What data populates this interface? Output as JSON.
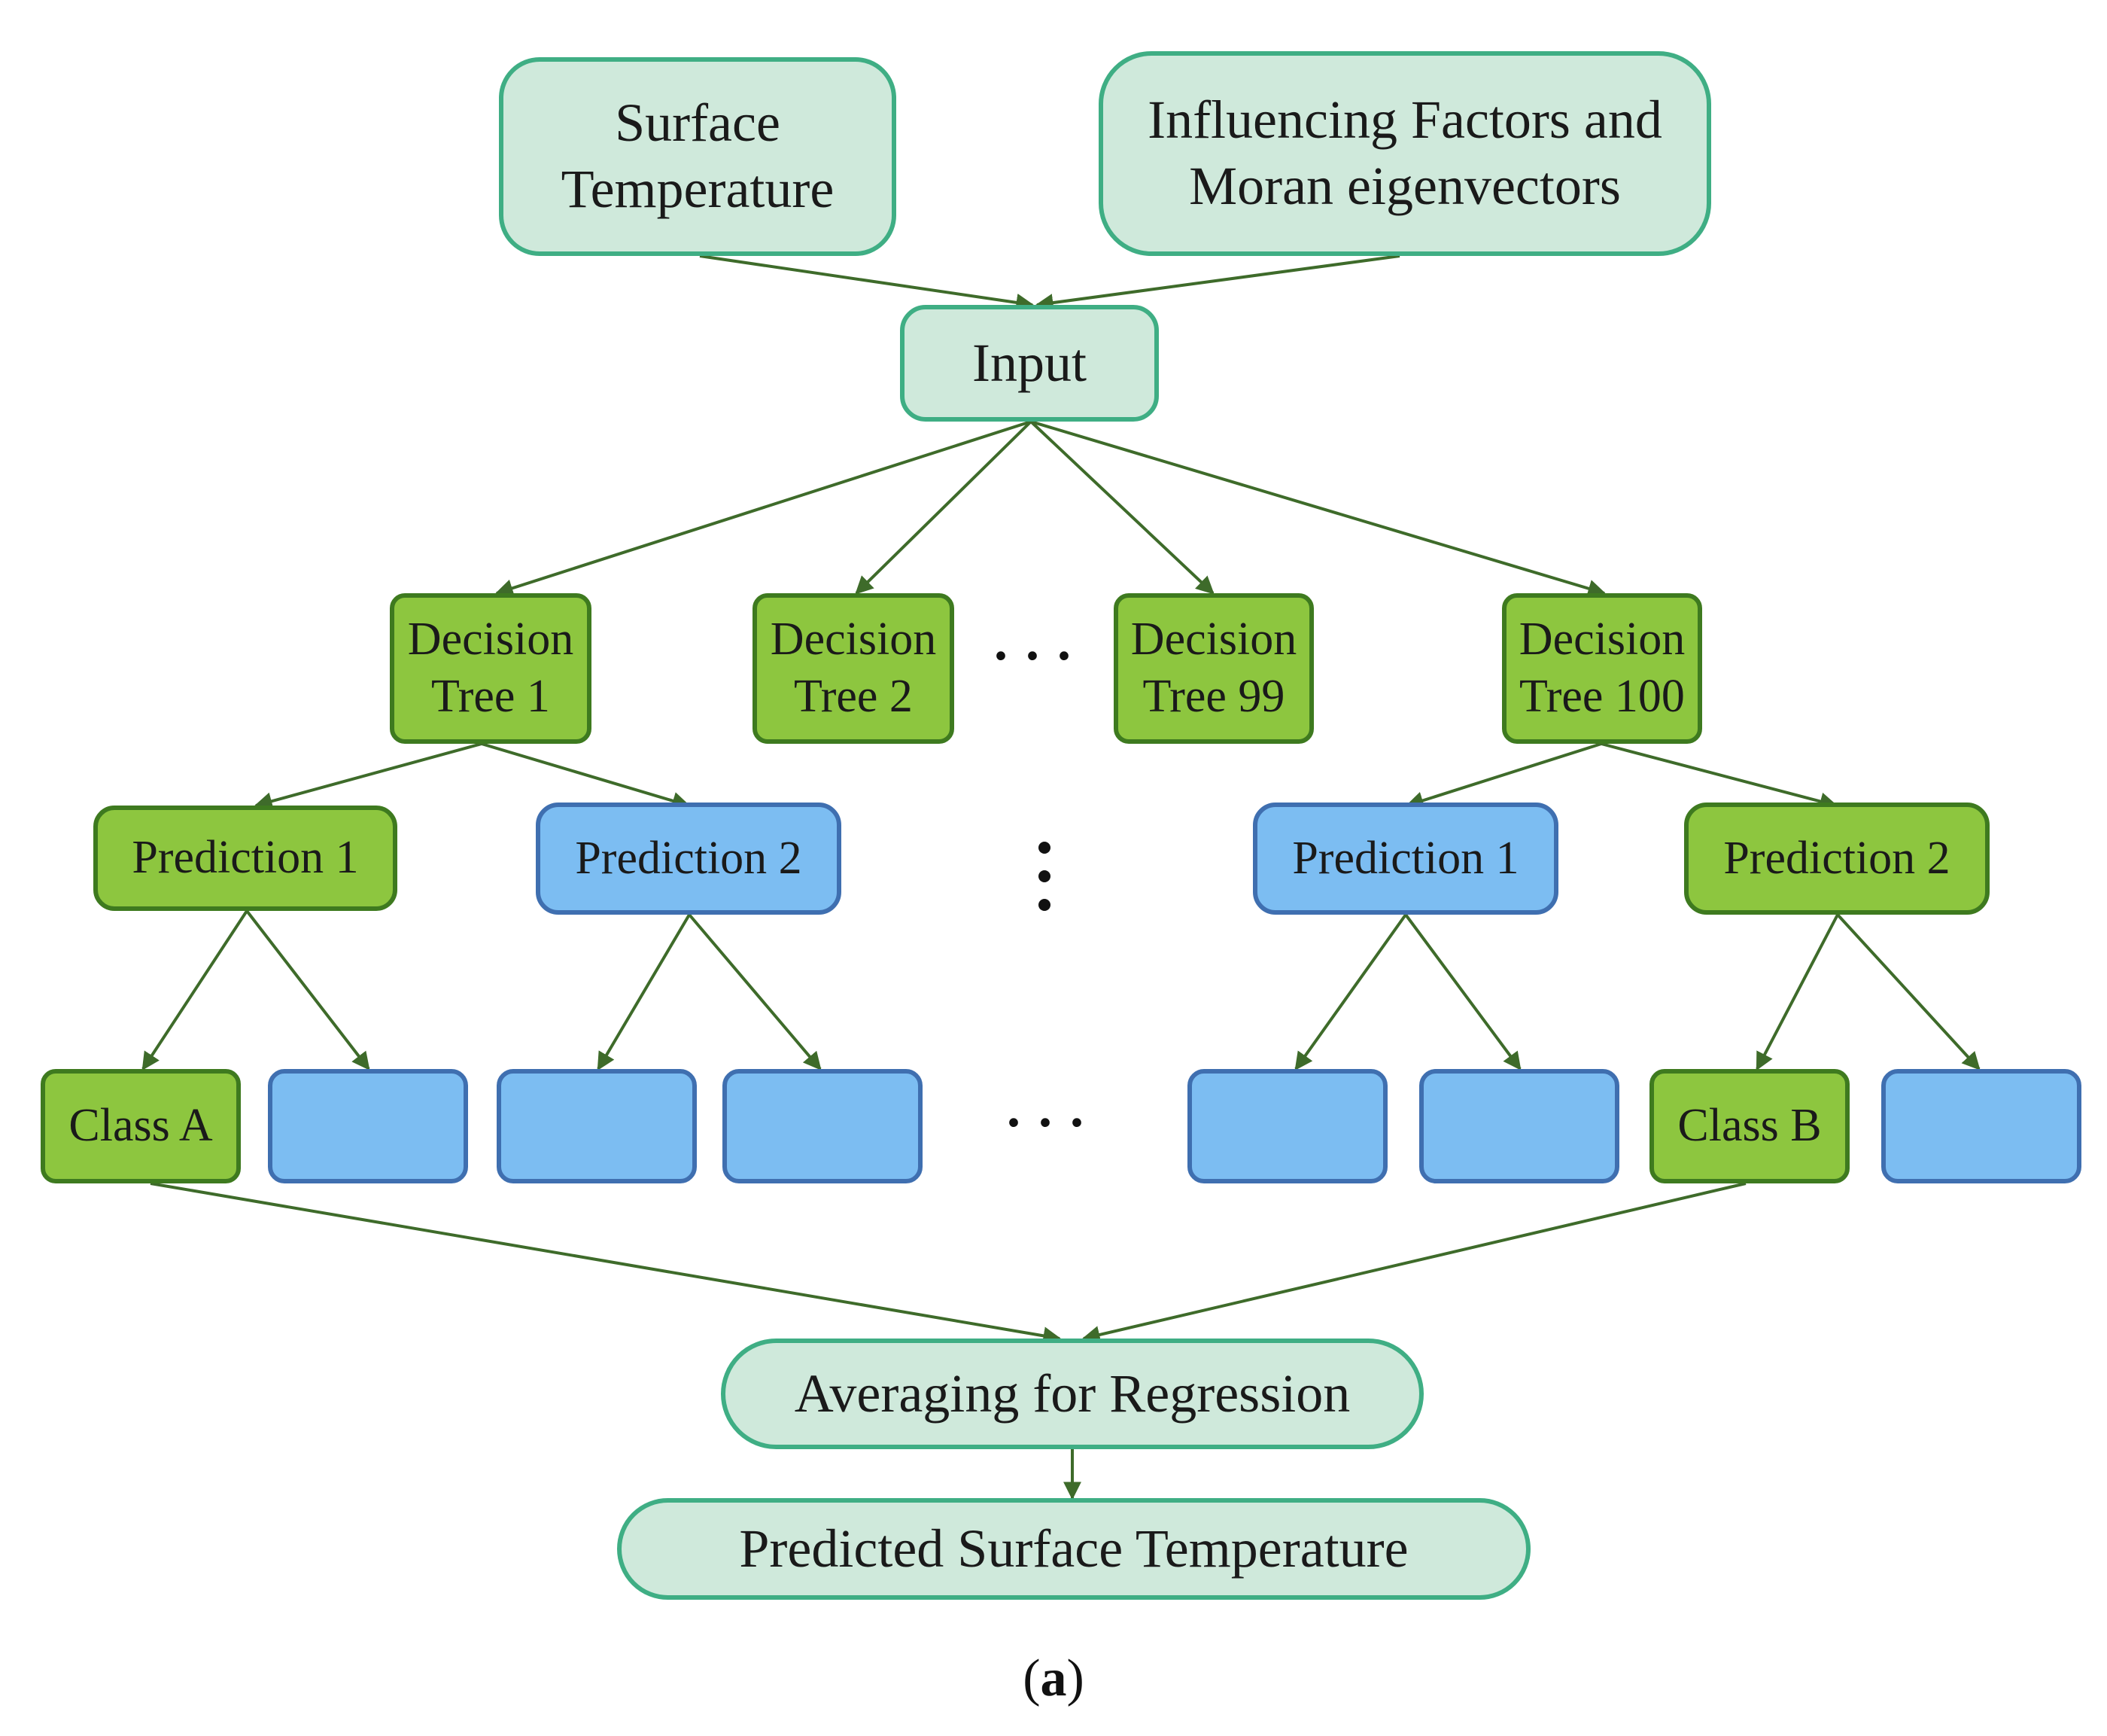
{
  "nodes": {
    "surface_temperature": "Surface\nTemperature",
    "influencing_factors": "Influencing Factors and\nMoran eigenvectors",
    "input": "Input",
    "tree_1": "Decision\nTree 1",
    "tree_2": "Decision\nTree 2",
    "tree_99": "Decision\nTree 99",
    "tree_100": "Decision\nTree 100",
    "t1_prediction_1": "Prediction 1",
    "t1_prediction_2": "Prediction 2",
    "t100_prediction_1": "Prediction 1",
    "t100_prediction_2": "Prediction 2",
    "class_a": "Class A",
    "class_b": "Class B",
    "averaging": "Averaging for Regression",
    "predicted": "Predicted Surface Temperature"
  },
  "ellipsis": {
    "trees": "· · ·",
    "leaves": "· · ·"
  },
  "caption": {
    "open": "(",
    "label": "a",
    "close": ")"
  },
  "colors": {
    "teal_fill": "#cfe9db",
    "teal_border": "#3fae84",
    "green_fill": "#8dc63f",
    "green_border": "#3e7a1f",
    "blue_fill": "#7cbdf2",
    "blue_border": "#3f6fb0",
    "arrow": "#3e6b2a"
  }
}
